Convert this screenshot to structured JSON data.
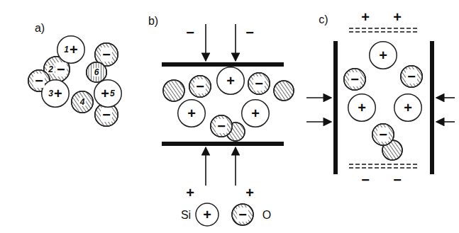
{
  "diagram": {
    "nodes": [
      {
        "text": [
          "1",
          "+"
        ]
      },
      {
        "text": [
          "−"
        ]
      },
      {
        "text": [
          "2",
          "−"
        ]
      },
      {
        "text": [
          "6"
        ]
      },
      {
        "text": [
          "−"
        ]
      },
      {
        "text": [
          "3",
          "+"
        ]
      },
      {
        "text": [
          "+",
          "5"
        ]
      },
      {
        "text": [
          "4"
        ]
      },
      {
        "text": [
          "−"
        ]
      },
      {
        "text": [
          "+"
        ]
      },
      {
        "text": [
          "−"
        ]
      },
      {
        "text": [
          "−"
        ]
      },
      {
        "text": [
          "+"
        ]
      },
      {
        "text": [
          "+"
        ]
      },
      {
        "text": [
          "−"
        ]
      },
      {
        "text": [
          "+"
        ]
      },
      {
        "text": [
          "−"
        ]
      },
      {
        "text": [
          "−"
        ]
      },
      {
        "text": [
          "+"
        ]
      },
      {
        "text": [
          "+"
        ]
      },
      {
        "text": [
          "−"
        ]
      }
    ],
    "labels": [
      "a)",
      "b)",
      "c)",
      "−",
      "−",
      "+",
      "+",
      "+",
      "+",
      "−",
      "−",
      "+",
      "−"
    ],
    "legend": [
      {
        "text": "Si"
      },
      {
        "text": "O"
      }
    ]
  }
}
